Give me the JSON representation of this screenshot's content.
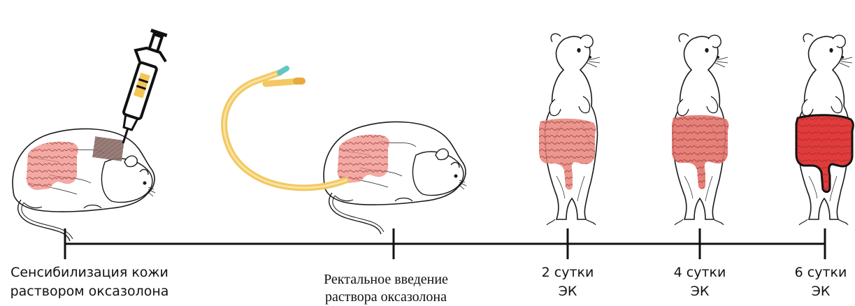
{
  "timeline": {
    "events": [
      {
        "line1": "Сенсибилизация кожи",
        "line2": "раствором оксазолона"
      },
      {
        "line1": "Ректальное введение",
        "line2": "раствора оксазолона"
      },
      {
        "line1": "2 сутки",
        "line2": "ЭК"
      },
      {
        "line1": "4 сутки",
        "line2": "ЭК"
      },
      {
        "line1": "6 сутки",
        "line2": "ЭК"
      }
    ]
  },
  "illustrations": {
    "pipette": "pipette-icon",
    "catheter": "foley-catheter-icon",
    "lying_rat": "lying-rat-icon",
    "standing_rat": "standing-rat-icon",
    "intestine": "intestine-icon"
  },
  "colors": {
    "timeline": "#111111",
    "intestine_mild": "#e8847a",
    "intestine_severe": "#e23b3b",
    "catheter": "#f2c862",
    "catheter_tip": "#5fc8c6",
    "skin_patch": "#8e6f6a"
  }
}
